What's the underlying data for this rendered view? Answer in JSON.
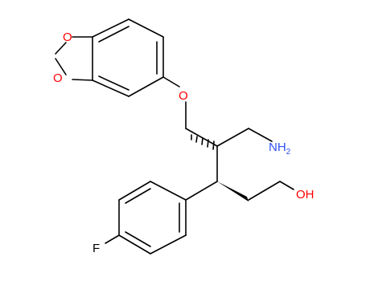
{
  "molecule": {
    "atoms": {
      "o_ring_top": "O",
      "o_ring_bottom": "O",
      "o_ether": "O",
      "nh2_main": "NH",
      "nh2_sub": "2",
      "oh": "OH",
      "f": "F"
    },
    "colors": {
      "bond": "#000000",
      "oxygen": "#ff0000",
      "nitrogen": "#3050f8",
      "fluorine": "#000000"
    }
  }
}
